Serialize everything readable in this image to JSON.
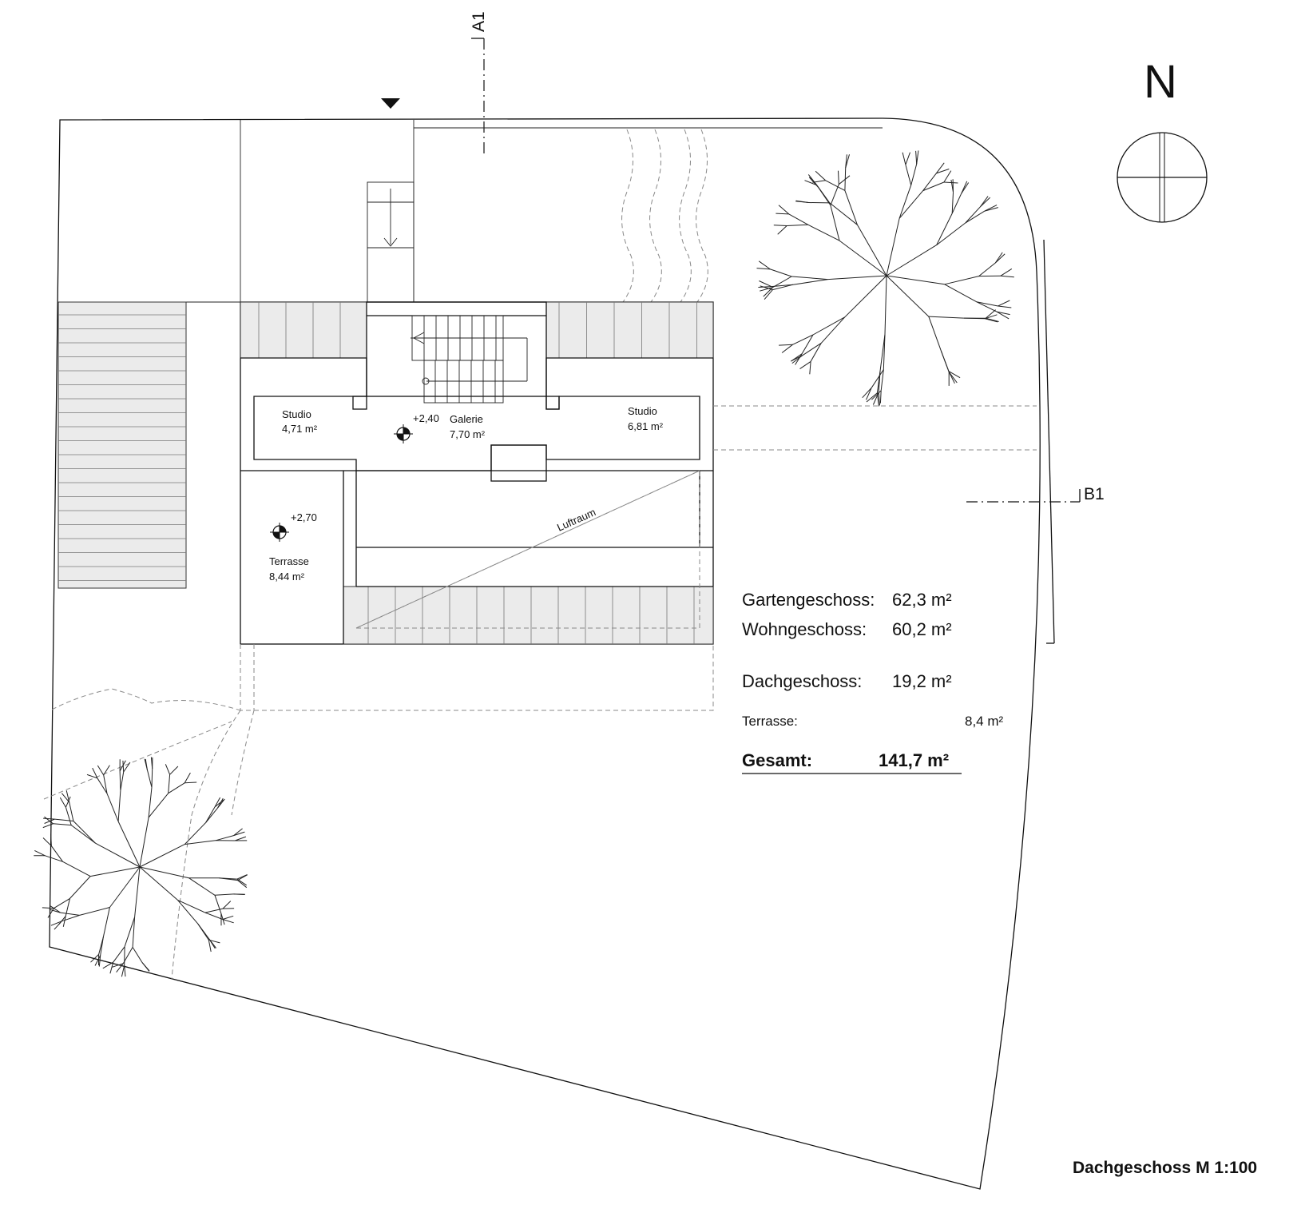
{
  "drawing": {
    "caption": "Dachgeschoss M 1:100",
    "north": "N",
    "section_marks": [
      "A1",
      "B1"
    ],
    "void_label": "Luftraum"
  },
  "rooms": [
    {
      "name": "Studio",
      "area": "4,71 m²"
    },
    {
      "name": "Galerie",
      "area": "7,70 m²"
    },
    {
      "name": "Studio",
      "area": "6,81 m²"
    },
    {
      "name": "Terrasse",
      "area": "8,44 m²"
    }
  ],
  "levels": [
    "+2,40",
    "+2,70"
  ],
  "areas": {
    "rows": [
      {
        "label": "Gartengeschoss:",
        "value": "62,3 m²"
      },
      {
        "label": "Wohngeschoss:",
        "value": "60,2 m²"
      },
      {
        "label": "Dachgeschoss:",
        "value": "19,2 m²"
      },
      {
        "label": "Terrasse:",
        "value": "8,4 m²"
      }
    ],
    "total": {
      "label": "Gesamt:",
      "value": "141,7 m²"
    }
  }
}
